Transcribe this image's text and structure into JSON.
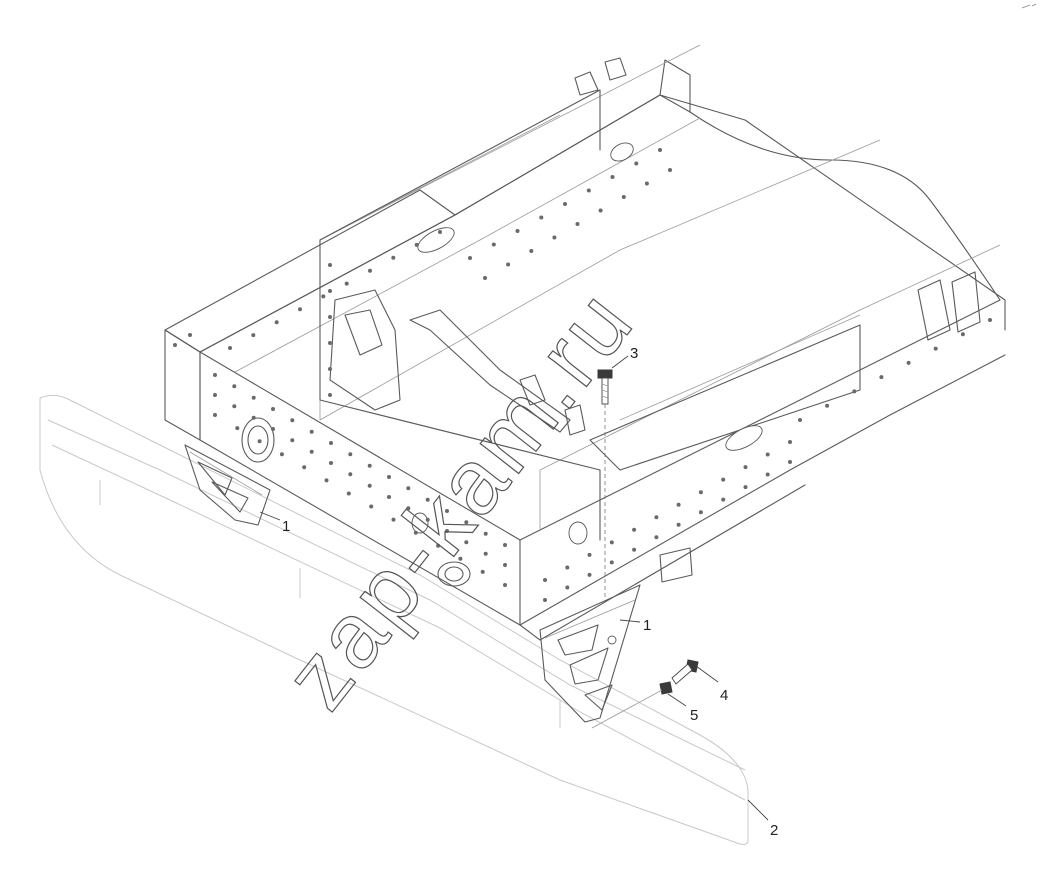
{
  "callouts": [
    {
      "id": "1a",
      "label": "1"
    },
    {
      "id": "1b",
      "label": "1"
    },
    {
      "id": "2",
      "label": "2"
    },
    {
      "id": "3",
      "label": "3"
    },
    {
      "id": "4",
      "label": "4"
    },
    {
      "id": "5",
      "label": "5"
    }
  ],
  "watermark": "zap-kam.ru"
}
